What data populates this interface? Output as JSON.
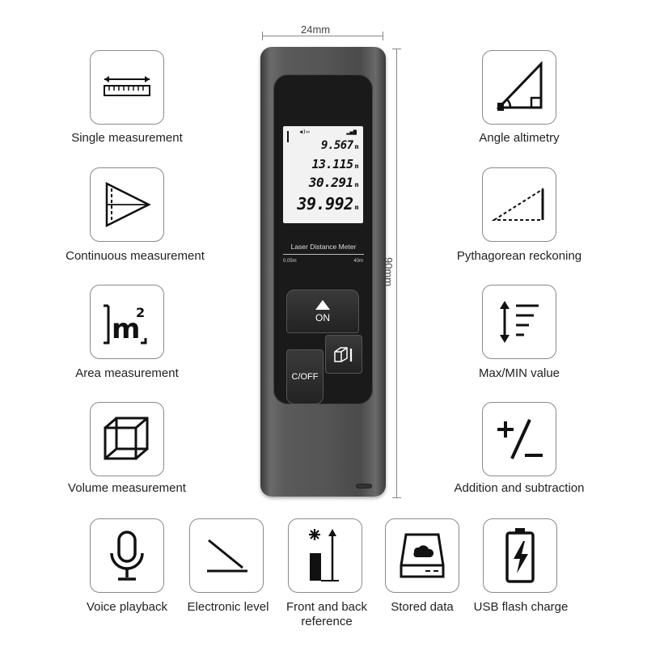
{
  "dimensions": {
    "width": "24mm",
    "height": "90mm"
  },
  "device": {
    "display": {
      "rows": [
        "9.567",
        "13.115",
        "30.291",
        "39.992"
      ],
      "unit": "m"
    },
    "brand": "Laser Distance Meter",
    "range_min": "0.05m",
    "range_max": "40m",
    "buttons": {
      "on": "ON",
      "coff": "C/OFF"
    }
  },
  "features_left": [
    {
      "label": "Single measurement",
      "icon": "ruler-icon"
    },
    {
      "label": "Continuous measurement",
      "icon": "continuous-icon"
    },
    {
      "label": "Area measurement",
      "icon": "area-icon"
    },
    {
      "label": "Volume measurement",
      "icon": "cube-icon"
    }
  ],
  "features_right": [
    {
      "label": "Angle altimetry",
      "icon": "angle-icon"
    },
    {
      "label": "Pythagorean reckoning",
      "icon": "triangle-icon"
    },
    {
      "label": "Max/MIN value",
      "icon": "maxmin-icon"
    },
    {
      "label": "Addition and subtraction",
      "icon": "plus-minus-icon"
    }
  ],
  "features_bottom": [
    {
      "label": "Voice playback",
      "icon": "microphone-icon"
    },
    {
      "label": "Electronic level",
      "icon": "level-icon"
    },
    {
      "label": "Front and back reference",
      "icon": "reference-icon"
    },
    {
      "label": "Stored data",
      "icon": "storage-icon"
    },
    {
      "label": "USB flash charge",
      "icon": "battery-icon"
    }
  ]
}
